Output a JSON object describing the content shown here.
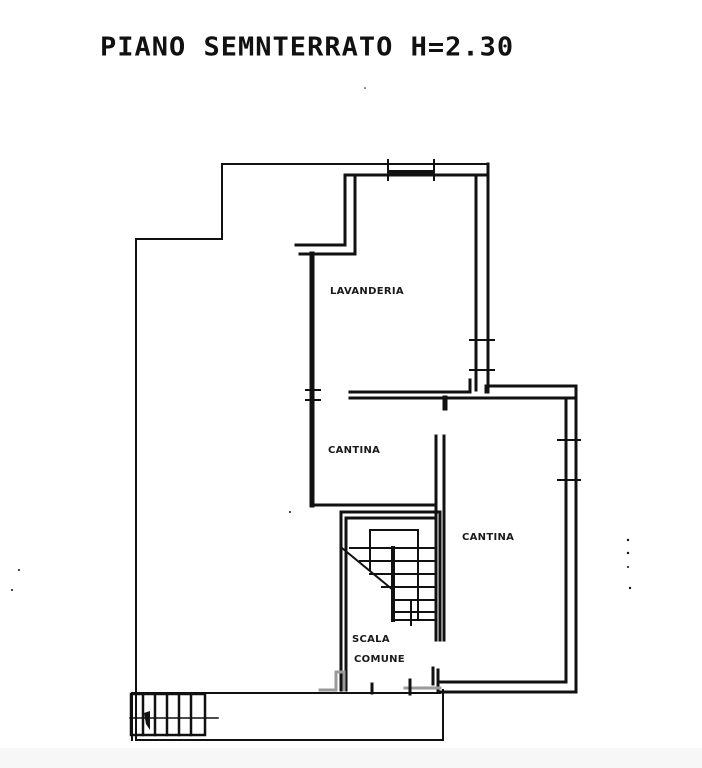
{
  "title": "PIANO SEMNTERRATO H=2.30",
  "rooms": [
    {
      "id": "lavanderia",
      "label": "LAVANDERIA"
    },
    {
      "id": "cantina-1",
      "label": "CANTINA"
    },
    {
      "id": "cantina-2",
      "label": "CANTINA"
    },
    {
      "id": "scala",
      "label_line1": "SCALA",
      "label_line2": "COMUNE"
    }
  ],
  "colors": {
    "ink": "#111111",
    "paper": "#ffffff",
    "faded": "#9a9a9a"
  }
}
